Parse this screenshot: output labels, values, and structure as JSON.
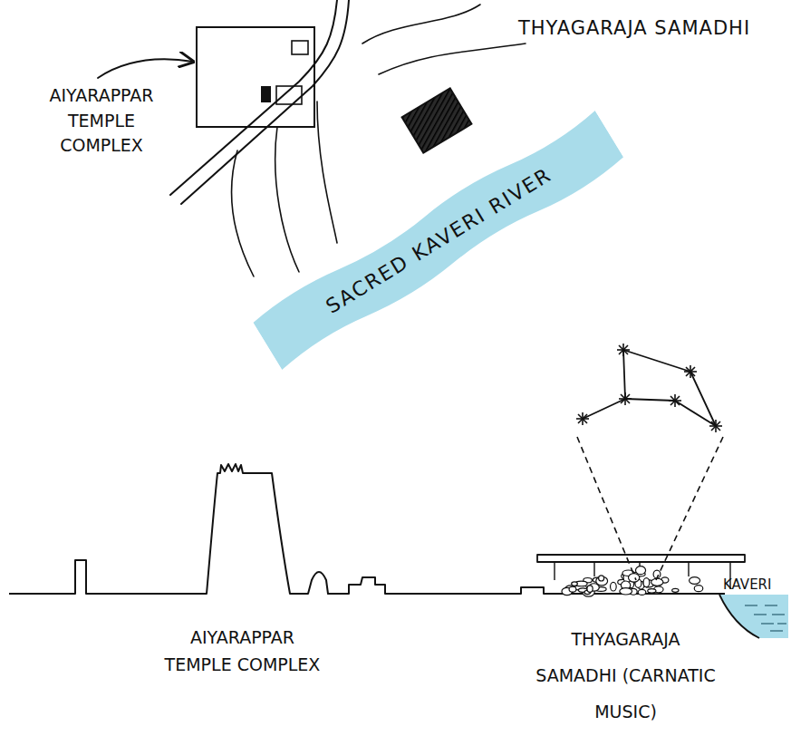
{
  "diagram": {
    "nodes": [
      {
        "text": [
          "SACRED KAVERI RIVER"
        ]
      },
      {
        "text": [
          "KAVERI"
        ]
      }
    ],
    "labels": [
      "AIYARAPPAR TEMPLE COMPLEX",
      "THYAGARAJA SAMADHI",
      "AIYARAPPAR TEMPLE COMPLEX",
      "THYAGARAJA SAMADHI (CARNATIC MUSIC)"
    ]
  }
}
